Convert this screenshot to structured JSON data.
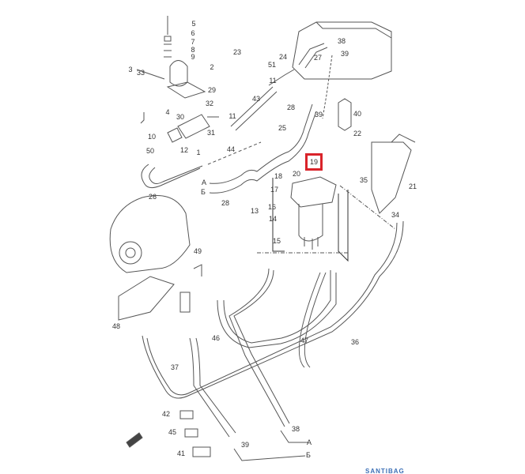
{
  "diagram": {
    "highlighted_part": "19",
    "highlight_color": "#d9232a",
    "labels": [
      "5",
      "6",
      "7",
      "8",
      "9",
      "3",
      "33",
      "2",
      "29",
      "4",
      "30",
      "32",
      "11",
      "31",
      "12",
      "1",
      "10",
      "50",
      "26",
      "23",
      "24",
      "51",
      "11",
      "43",
      "44",
      "28",
      "25",
      "39",
      "38",
      "39",
      "27",
      "40",
      "22",
      "35",
      "34",
      "21",
      "A",
      "Б",
      "28",
      "20",
      "18",
      "17",
      "16",
      "13",
      "14",
      "15",
      "49",
      "48",
      "46",
      "47",
      "36",
      "37",
      "42",
      "45",
      "41",
      "38",
      "A",
      "39",
      "Б"
    ],
    "watermark": "SANTIBAG"
  }
}
